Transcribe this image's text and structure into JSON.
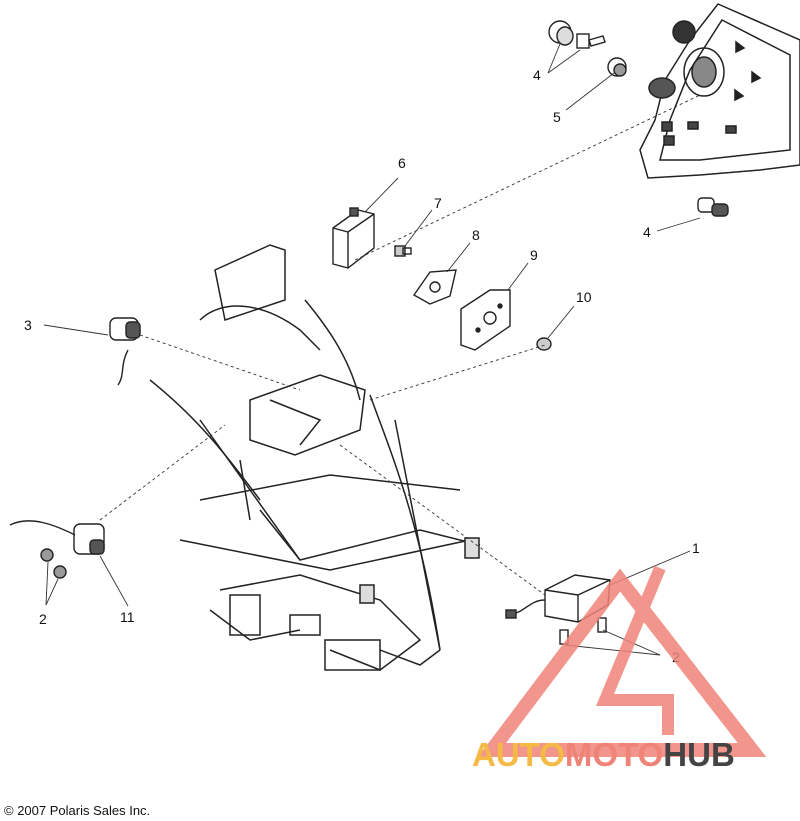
{
  "callouts": {
    "c1": "1",
    "c2a": "2",
    "c2b": "2",
    "c3": "3",
    "c4a": "4",
    "c4b": "4",
    "c5": "5",
    "c6": "6",
    "c7": "7",
    "c8": "8",
    "c9": "9",
    "c10": "10",
    "c11": "11"
  },
  "footer": {
    "copyright": "© 2007 Polaris Sales Inc."
  },
  "watermark": {
    "part1": "AUTO",
    "part2": "MOTO",
    "part3": "HUB",
    "colors": {
      "auto": "#f5b945",
      "moto": "#f08378",
      "hub": "#444444",
      "triangle": "#f08378"
    }
  }
}
